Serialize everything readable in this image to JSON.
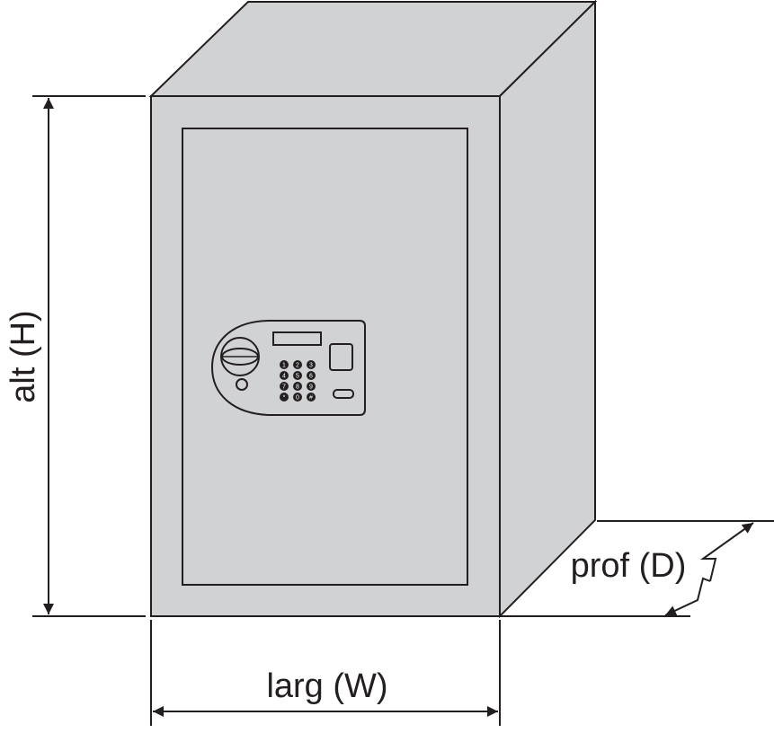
{
  "labels": {
    "height": "alt (H)",
    "width": "larg (W)",
    "depth": "prof (D)"
  },
  "keypad": {
    "keys": [
      "1",
      "2",
      "3",
      "4",
      "5",
      "6",
      "7",
      "8",
      "9",
      "*",
      "0",
      "#"
    ]
  },
  "colors": {
    "body_fill": "#d1d2d4",
    "line": "#231f20",
    "key_fill": "#231f20",
    "background": "#ffffff"
  }
}
